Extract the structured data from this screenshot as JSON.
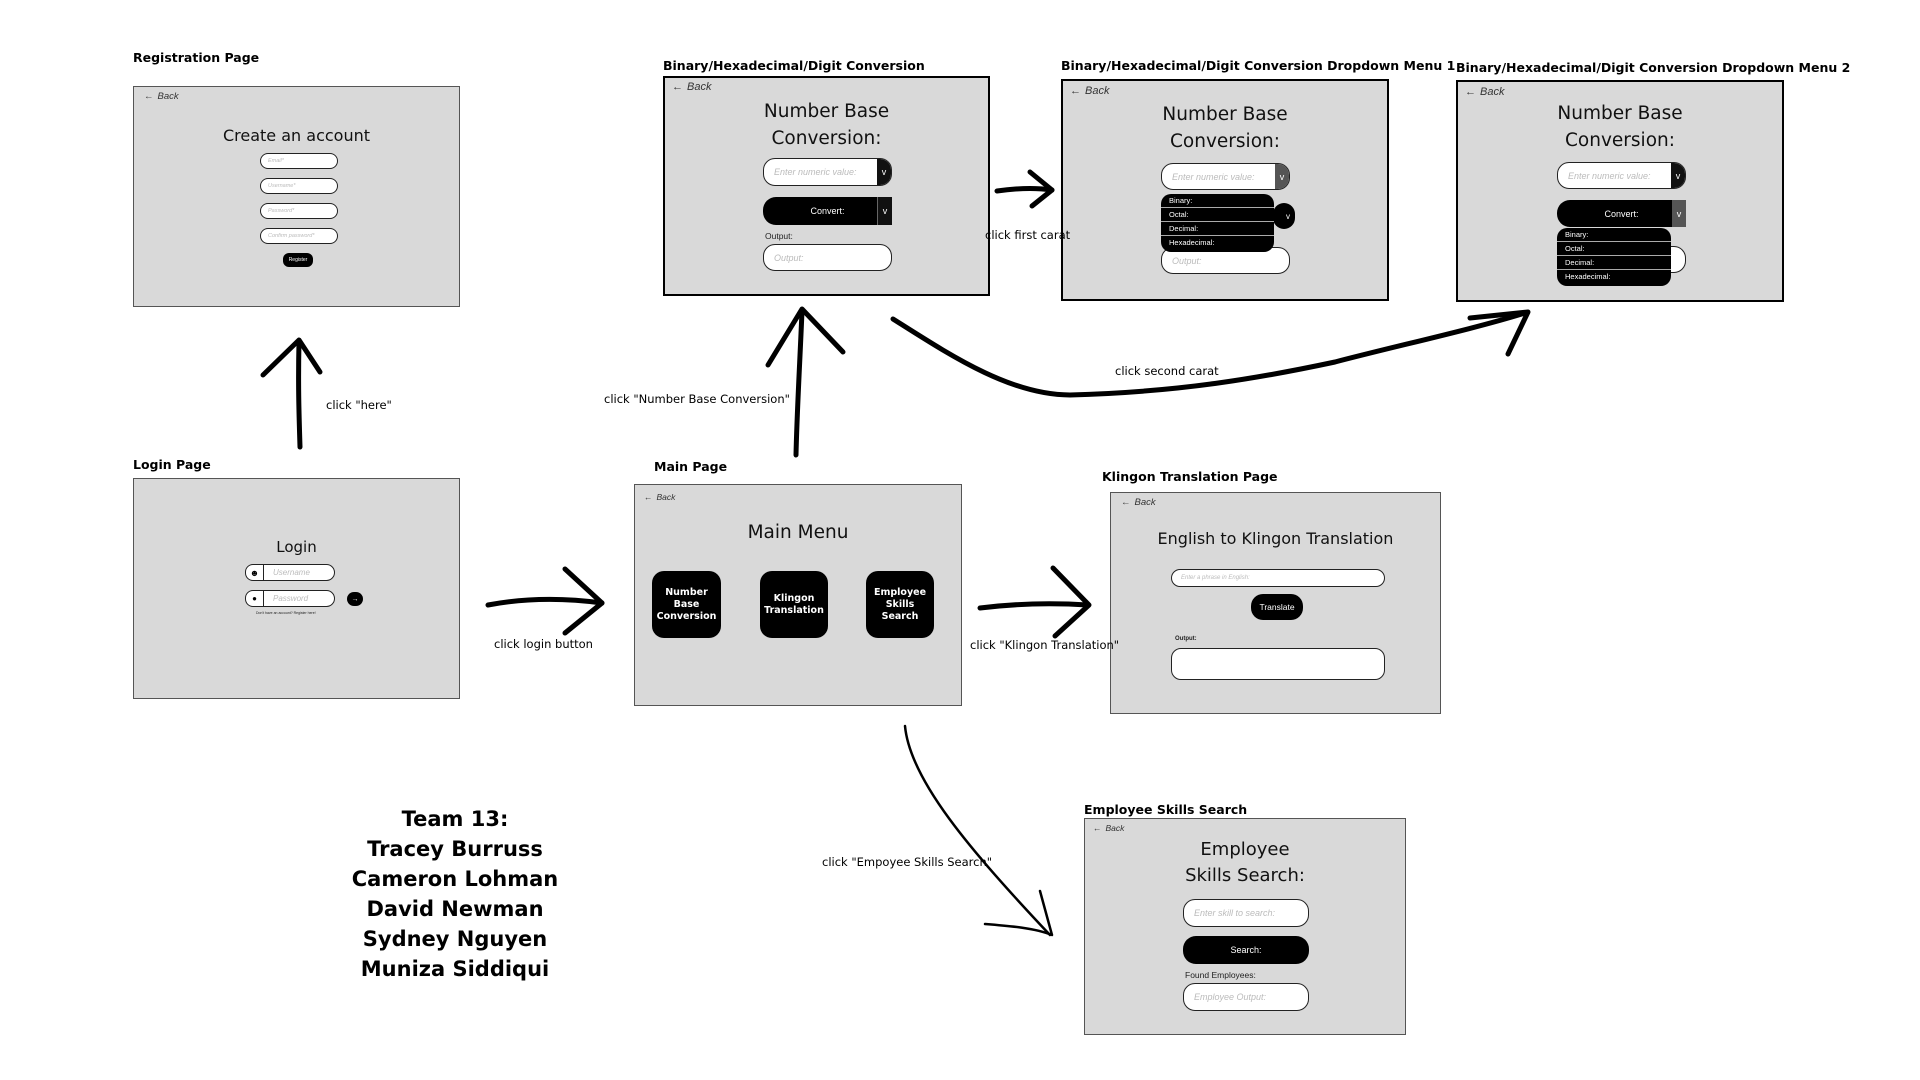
{
  "titles": {
    "registration": "Registration Page",
    "login": "Login Page",
    "conversion": "Binary/Hexadecimal/Digit Conversion",
    "dropdown1": "Binary/Hexadecimal/Digit Conversion Dropdown Menu 1",
    "dropdown2": "Binary/Hexadecimal/Digit Conversion Dropdown Menu 2",
    "main": "Main Page",
    "klingon": "Klingon Translation Page",
    "employee": "Employee Skills Search"
  },
  "common": {
    "back": "Back"
  },
  "registration": {
    "heading": "Create an account",
    "email_placeholder": "Email*",
    "username_placeholder": "Username*",
    "password_placeholder": "Password*",
    "confirm_placeholder": "Confirm password*",
    "register": "Register"
  },
  "login": {
    "heading": "Login",
    "username_placeholder": "Username",
    "password_placeholder": "Password",
    "submit": "→",
    "register_note": "Don't have an account? Register here!"
  },
  "conversion": {
    "heading_line1": "Number Base",
    "heading_line2": "Conversion:",
    "input_placeholder": "Enter numeric value:",
    "caret": "v",
    "convert": "Convert:",
    "output_label": "Output:",
    "output_placeholder": "Output:"
  },
  "dropdown_options": [
    "Binary:",
    "Octal:",
    "Decimal:",
    "Hexadecimal:"
  ],
  "main": {
    "heading": "Main Menu",
    "btn_number": "Number Base Conversion",
    "btn_klingon": "Klingon Translation",
    "btn_employee": "Employee Skills Search"
  },
  "klingon": {
    "heading": "English to Klingon Translation",
    "input_placeholder": "Enter a phrase in English:",
    "translate": "Translate",
    "output_label": "Output:"
  },
  "employee": {
    "heading_line1": "Employee",
    "heading_line2": "Skills Search:",
    "input_placeholder": "Enter skill to search:",
    "search": "Search:",
    "found_label": "Found Employees:",
    "output_placeholder": "Employee Output:"
  },
  "annotations": {
    "click_here": "click \"here\"",
    "click_login": "click login button",
    "click_number": "click \"Number Base Conversion\"",
    "click_first_carat": "click first  carat",
    "click_second_carat": "click second carat",
    "click_klingon": "click \"Klingon Translation\"",
    "click_employee": "click \"Empoyee Skills Search\""
  },
  "team": {
    "heading": "Team 13:",
    "members": [
      "Tracey Burruss",
      "Cameron Lohman",
      "David Newman",
      "Sydney Nguyen",
      "Muniza Siddiqui"
    ]
  }
}
